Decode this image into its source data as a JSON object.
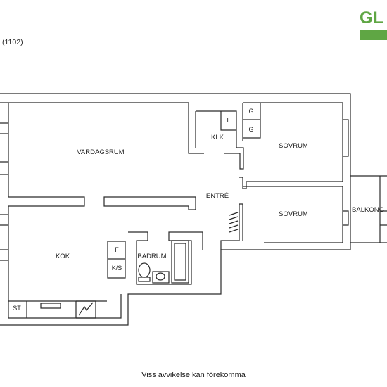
{
  "logo": {
    "text": "GL",
    "color": "#5fa644"
  },
  "apartment_number": "(1102)",
  "rooms": {
    "vardagsrum": "VARDAGSRUM",
    "kok": "KÖK",
    "sovrum_1": "SOVRUM",
    "sovrum_2": "SOVRUM",
    "entre": "ENTRÉ",
    "klk": "KLK",
    "badrum": "BADRUM",
    "balkong": "BALKONG"
  },
  "fixtures": {
    "l": "L",
    "g1": "G",
    "g2": "G",
    "f": "F",
    "ks": "K/S",
    "st": "ST"
  },
  "disclaimer": "Viss avvikelse kan förekomma",
  "colors": {
    "wall": "#2a2a2a",
    "background": "#ffffff"
  }
}
